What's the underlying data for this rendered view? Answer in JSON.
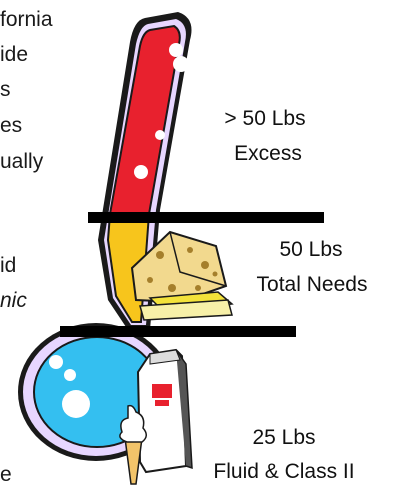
{
  "side_text": {
    "lines": [
      "fornia",
      "ide",
      "s",
      "es",
      "ually",
      "id",
      "nic",
      "e"
    ],
    "italic_lines": [
      6
    ]
  },
  "labels": {
    "excess": {
      "amount": "> 50 Lbs",
      "caption": "Excess"
    },
    "total_needs": {
      "amount": "50 Lbs",
      "caption": "Total Needs"
    },
    "fluid_class": {
      "amount": "25 Lbs",
      "caption": "Fluid & Class II"
    }
  },
  "colors": {
    "thermometer_red": "#e8212e",
    "thermometer_yellow": "#f7c51c",
    "bulb_blue": "#34bff0",
    "outline": "#1a1a1a",
    "frame_lavender": "#e7d6ff",
    "threshold_bar": "#000000",
    "cheese": "#f2d98e",
    "butter": "#f3e23a",
    "carton_red": "#e8212e"
  },
  "icons": [
    "thermometer-icon",
    "cheese-icon",
    "butter-icon",
    "milk-carton-icon",
    "ice-cream-cone-icon"
  ]
}
